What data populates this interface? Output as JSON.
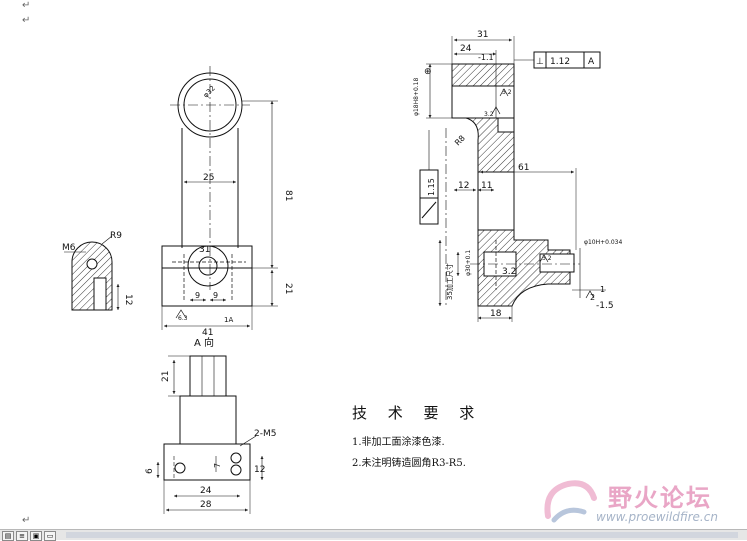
{
  "document": {
    "para_marks": [
      "↵",
      "↵",
      "↵"
    ],
    "watermark": {
      "name": "野火论坛",
      "url": "www.proewildfire.cn"
    }
  },
  "drawing": {
    "front_view": {
      "width_label": "25",
      "height_81": "81",
      "height_21": "21",
      "width_41": "41",
      "boss_dia": "31",
      "left_9": "9",
      "right_9": "9",
      "ring_label": "φ32",
      "rough_63": "6.3",
      "section_label": "1A"
    },
    "side_detail": {
      "thread": "M6",
      "radius": "R9",
      "height_12": "12"
    },
    "right_view": {
      "top_31": "31",
      "top_24": "24",
      "tol_1_1": "-1.1",
      "tolerance_frame": [
        "⊥",
        "1.12",
        "A"
      ],
      "flatness_symbol": "⊕",
      "bore_spec": "φ18H8+0.18",
      "rough_32_top": "3.2",
      "r_label": "R8",
      "rough_32_mid": "3.2",
      "frame_115": "1.15",
      "dim_12": "12",
      "dim_11": "11",
      "dim_61": "61",
      "bore2_spec": "φ10H+0.034",
      "slot_spec": "35加工尺寸",
      "bore3_spec": "φ30+0.1",
      "rough_32_bottom": "3.2",
      "rough_a32": "3.2",
      "label_1_5": "-1.5",
      "label_2": "2",
      "label_1": "1",
      "dim_18": "18"
    },
    "bottom_view": {
      "title": "A 向",
      "height_21": "21",
      "thread_label": "2-M5",
      "dim_6": "6",
      "dim_7": "7",
      "dim_12": "12",
      "dim_24": "24",
      "dim_28": "28"
    }
  },
  "tech_requirements": {
    "title": "技 术 要 求",
    "items": [
      "1.非加工面涂漆色漆.",
      "2.未注明铸造圆角R3-R5."
    ]
  },
  "statusbar": {
    "buttons": [
      "▤",
      "≡",
      "▣",
      "▭"
    ]
  }
}
